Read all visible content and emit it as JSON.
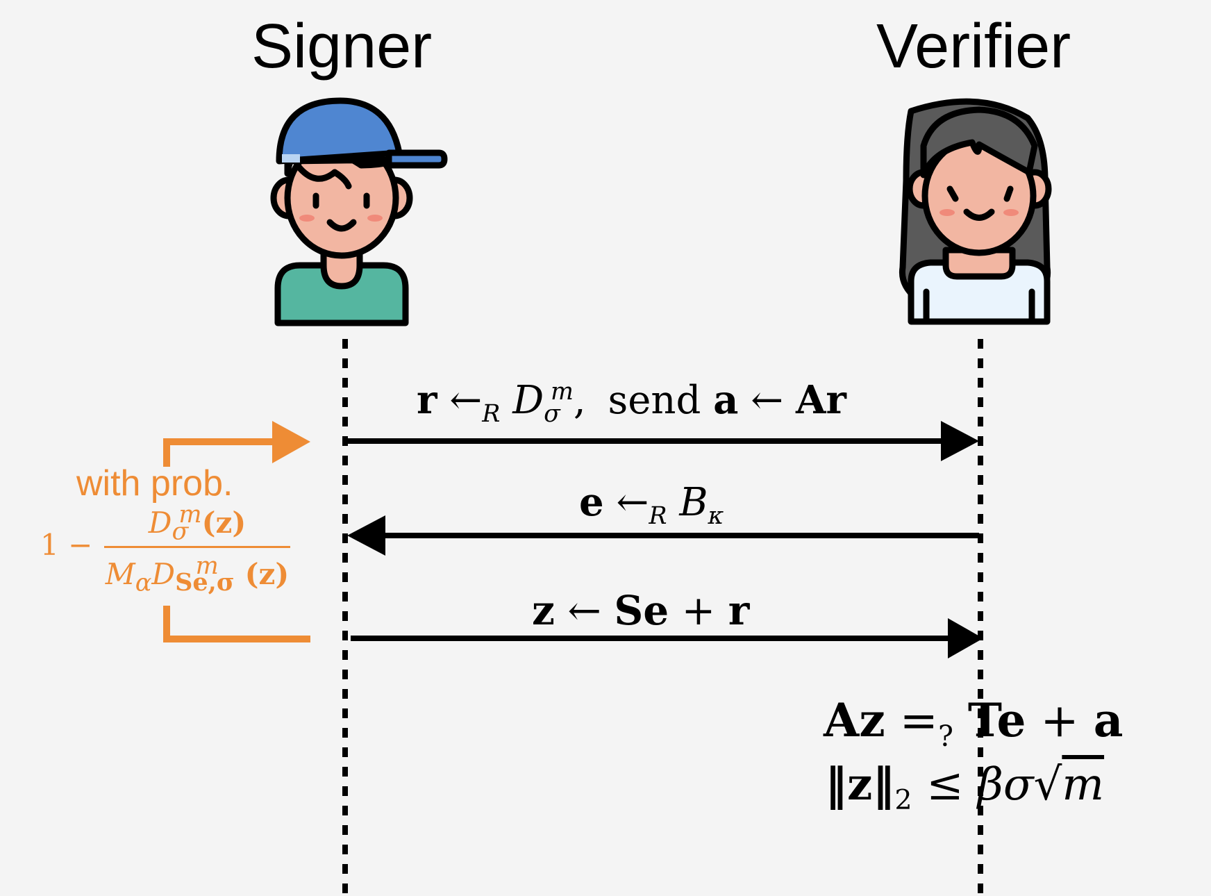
{
  "parties": {
    "signer": {
      "name": "Signer",
      "avatar_icon": "boy-cap-avatar-icon"
    },
    "verifier": {
      "name": "Verifier",
      "avatar_icon": "girl-avatar-icon"
    }
  },
  "messages": [
    {
      "direction": "signer-to-verifier",
      "pieces": [
        "r",
        "←",
        "R",
        "D",
        "σ",
        "m",
        ",",
        "send",
        "a",
        "←",
        "Ar"
      ]
    },
    {
      "direction": "verifier-to-signer",
      "pieces": [
        "e",
        "←",
        "R",
        "B",
        "κ"
      ]
    },
    {
      "direction": "signer-to-verifier",
      "pieces": [
        "z",
        "←",
        "Se",
        "+",
        "r"
      ]
    }
  ],
  "rejection_loop": {
    "label": "with prob.",
    "one_minus": "1 −",
    "numerator": [
      "D",
      "σ",
      "m",
      "(z)"
    ],
    "denominator": [
      "M",
      "α",
      "D",
      "Se,σ",
      "m",
      "(z)"
    ],
    "color": "#ee8c35"
  },
  "verification": {
    "line1": [
      "Az",
      "=",
      "?",
      "Te",
      "+",
      "a"
    ],
    "line2": [
      "‖z‖",
      "2",
      "≤",
      "βσ",
      "√",
      "m"
    ]
  },
  "colors": {
    "background": "#f4f4f4",
    "arrow": "#000000",
    "accent": "#ee8c35",
    "signer_cap": "#4f86d1",
    "signer_shirt": "#55b6a0",
    "verifier_hair": "#5a5a5a",
    "verifier_shirt": "#eaf4fd",
    "skin": "#f2b6a2"
  }
}
